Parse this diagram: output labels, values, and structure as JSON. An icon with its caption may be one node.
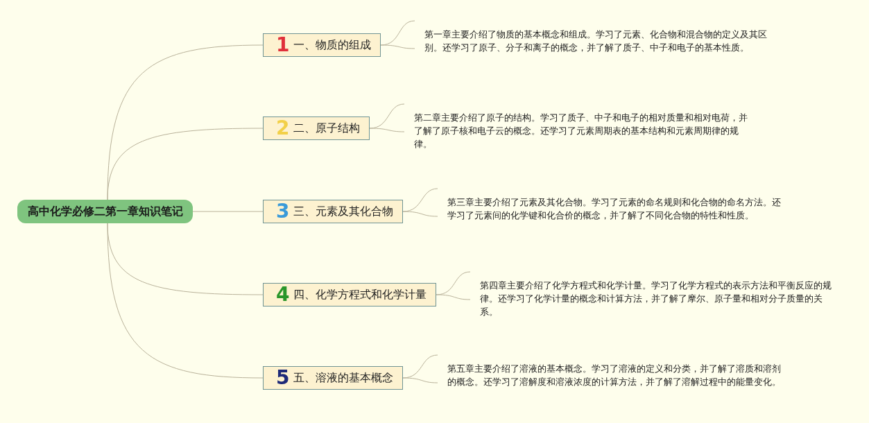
{
  "diagram": {
    "nodes": [
      {
        "text": [
          "高中化学必修二第一章知识笔记"
        ]
      },
      {
        "text": [
          "1",
          "一、物质的组成"
        ]
      },
      {
        "text": [
          "2",
          "二、原子结构"
        ]
      },
      {
        "text": [
          "3",
          "三、元素及其化合物"
        ]
      },
      {
        "text": [
          "4",
          "四、化学方程式和化学计量"
        ]
      },
      {
        "text": [
          "5",
          "五、溶液的基本概念"
        ]
      },
      {
        "text": [
          "第一章主要介绍了物质的基本概念和组成。学习了元素、化合物和混合物的定义及其区别。还学习了原子、分子和离子的概念，并了解了质子、中子和电子的基本性质。"
        ]
      },
      {
        "text": [
          "第二章主要介绍了原子的结构。学习了质子、中子和电子的相对质量和相对电荷，并了解了原子核和电子云的概念。还学习了元素周期表的基本结构和元素周期律的规律。"
        ]
      },
      {
        "text": [
          "第三章主要介绍了元素及其化合物。学习了元素的命名规则和化合物的命名方法。还学习了元素间的化学键和化合价的概念，并了解了不同化合物的特性和性质。"
        ]
      },
      {
        "text": [
          "第四章主要介绍了化学方程式和化学计量。学习了化学方程式的表示方法和平衡反应的规律。还学习了化学计量的概念和计算方法，并了解了摩尔、原子量和相对分子质量的关系。"
        ]
      },
      {
        "text": [
          "第五章主要介绍了溶液的基本概念。学习了溶液的定义和分类，并了解了溶质和溶剂的概念。还学习了溶解度和溶液浓度的计算方法，并了解了溶解过程中的能量变化。"
        ]
      }
    ],
    "edges": [
      {
        "from": 0,
        "to": 1,
        "arrow": "none"
      },
      {
        "from": 0,
        "to": 2,
        "arrow": "none"
      },
      {
        "from": 0,
        "to": 3,
        "arrow": "none"
      },
      {
        "from": 0,
        "to": 4,
        "arrow": "none"
      },
      {
        "from": 0,
        "to": 5,
        "arrow": "none"
      },
      {
        "from": 1,
        "to": 6,
        "arrow": "none"
      },
      {
        "from": 2,
        "to": 7,
        "arrow": "none"
      },
      {
        "from": 3,
        "to": 8,
        "arrow": "none"
      },
      {
        "from": 4,
        "to": 9,
        "arrow": "none"
      },
      {
        "from": 5,
        "to": 10,
        "arrow": "none"
      }
    ]
  }
}
